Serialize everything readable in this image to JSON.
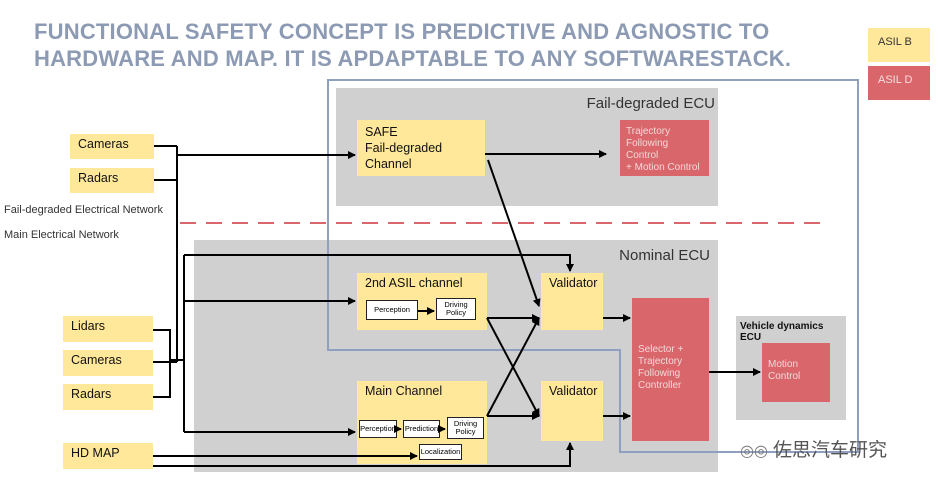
{
  "title_line1": "FUNCTIONAL SAFETY CONCEPT IS PREDICTIVE AND AGNOSTIC TO",
  "title_line2": "HARDWARE AND MAP. IT IS APDAPTABLE TO ANY SOFTWARESTACK.",
  "legend": {
    "asil_b": "ASIL B",
    "asil_d": "ASIL D",
    "asil_b_color": "#ffe89a",
    "asil_d_color": "#d9666b"
  },
  "networks": {
    "fail_degraded": "Fail-degraded Electrical Network",
    "main": "Main Electrical Network"
  },
  "fail_degraded_ecu": {
    "title": "Fail-degraded ECU",
    "safe_channel": [
      "SAFE",
      "Fail-degraded",
      "Channel"
    ],
    "trajectory_box": [
      "Trajectory",
      "Following Control",
      "+ Motion Control"
    ]
  },
  "nominal_ecu": {
    "title": "Nominal ECU",
    "asil2_channel": "2nd ASIL channel",
    "asil2_perception": "Perception",
    "asil2_driving_policy": [
      "Driving",
      "Policy"
    ],
    "main_channel": "Main Channel",
    "main_perception": "Perception",
    "main_prediction": "Prediction",
    "main_driving_policy": [
      "Driving",
      "Policy"
    ],
    "main_localization": "Localization",
    "validator_top": "Validator",
    "validator_bottom": "Validator",
    "selector_box": [
      "Selector +",
      "Trajectory",
      "Following",
      "Controller"
    ]
  },
  "vehicle_dynamics_ecu": {
    "title": "Vehicle dynamics ECU",
    "motion_control": [
      "Motion",
      "Control"
    ]
  },
  "sensors_top": {
    "cameras": "Cameras",
    "radars": "Radars"
  },
  "sensors_bottom": {
    "lidars": "Lidars",
    "cameras": "Cameras",
    "radars": "Radars",
    "hd_map": "HD MAP"
  },
  "watermark": "佐思汽车研究",
  "colors": {
    "asil_b": "#ffe89a",
    "asil_d": "#d9666b",
    "ecu_gray": "#d0d0d0",
    "title_blue": "#8c9bb3",
    "outline_blue": "#8e9fc0",
    "dashed_red": "#d9666b"
  }
}
